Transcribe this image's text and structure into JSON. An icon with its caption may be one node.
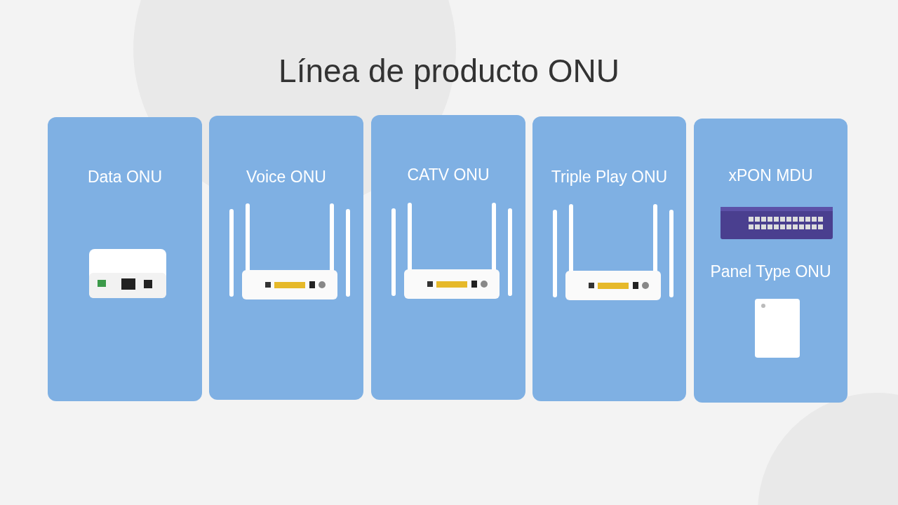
{
  "diagram": {
    "title": "Línea de producto ONU",
    "nodes": [
      {
        "text": [
          "Data ONU"
        ]
      },
      {
        "text": [
          "Voice ONU"
        ]
      },
      {
        "text": [
          "CATV ONU"
        ]
      },
      {
        "text": [
          "Triple Play ONU"
        ]
      },
      {
        "text": [
          "xPON MDU",
          "Panel Type ONU"
        ]
      }
    ]
  }
}
